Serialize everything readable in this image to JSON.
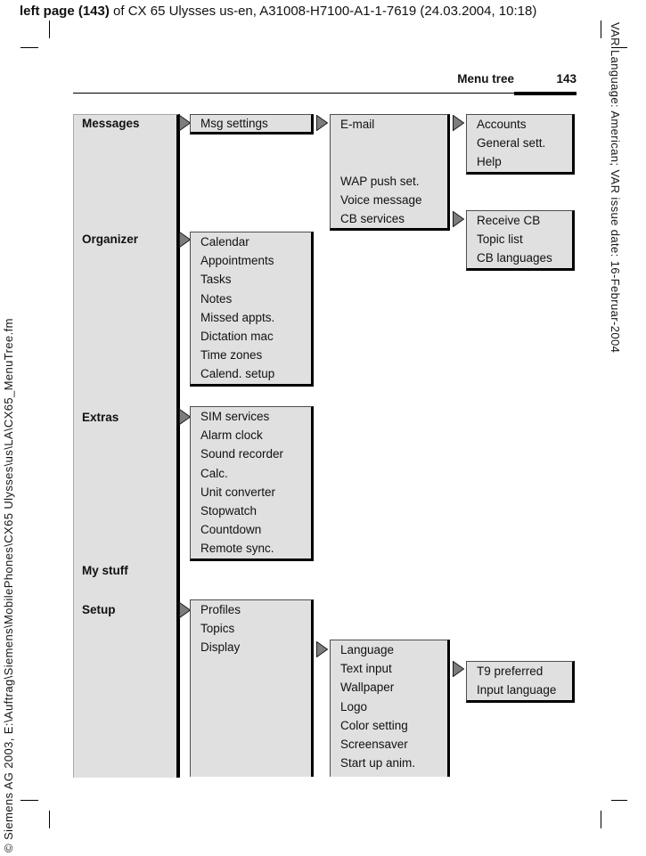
{
  "print_header": {
    "bold": "left page (143)",
    "rest": " of CX 65 Ulysses us-en, A31008-H7100-A1-1-7619 (24.03.2004, 10:18)"
  },
  "page_header": {
    "title": "Menu tree",
    "page_number": "143"
  },
  "sidebars": {
    "left": "© Siemens AG 2003, E:\\Auftrag\\Siemens\\MobilePhones\\CX65 Ulysses\\us\\LA\\CX65_MenuTree.fm",
    "right": "VAR Language: American; VAR issue date: 16-Februar-2004"
  },
  "main_menu": {
    "items": [
      "Messages",
      "Organizer",
      "Extras",
      "My stuff",
      "Setup"
    ]
  },
  "boxes": {
    "msg_settings": {
      "items": [
        "Msg settings"
      ]
    },
    "email": {
      "items": [
        "E-mail",
        "",
        "",
        "WAP push set.",
        "Voice message",
        "CB services"
      ]
    },
    "accounts": {
      "items": [
        "Accounts",
        "General sett.",
        "Help"
      ]
    },
    "receive_cb": {
      "items": [
        "Receive CB",
        "Topic list",
        "CB languages"
      ]
    },
    "organizer": {
      "items": [
        "Calendar",
        "Appointments",
        "Tasks",
        "Notes",
        "Missed appts.",
        "Dictation mac",
        "Time zones",
        "Calend. setup"
      ]
    },
    "extras": {
      "items": [
        "SIM services",
        "Alarm clock",
        "Sound recorder",
        "Calc.",
        "Unit converter",
        "Stopwatch",
        "Countdown",
        "Remote sync."
      ]
    },
    "setup": {
      "items": [
        "Profiles",
        "Topics",
        "Display"
      ]
    },
    "display": {
      "items": [
        "Language",
        "Text input",
        "Wallpaper",
        "Logo",
        "Color setting",
        "Screensaver",
        "Start up anim."
      ]
    },
    "text_input": {
      "items": [
        "T9 preferred",
        "Input language"
      ]
    }
  },
  "colors": {
    "box_fill": "#e0e0e0",
    "box_border_thick": "#000000",
    "box_border_thin": "#4d4d4d",
    "arrow_fill": "#7d7d7d"
  }
}
